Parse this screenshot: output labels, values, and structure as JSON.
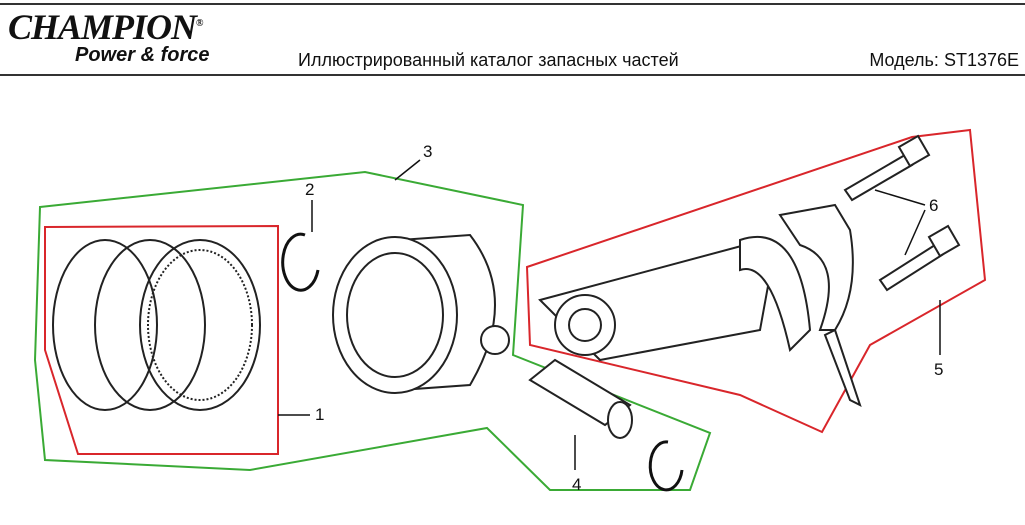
{
  "header": {
    "brand": "CHAMPION",
    "brand_mark": "®",
    "slogan": "Power & force",
    "title": "Иллюстрированный каталог запасных частей",
    "model": "Модель: ST1376E"
  },
  "callouts": [
    "1",
    "2",
    "3",
    "4",
    "5",
    "6"
  ],
  "colors": {
    "group_green": "#3aaa35",
    "group_red": "#d9262b"
  }
}
